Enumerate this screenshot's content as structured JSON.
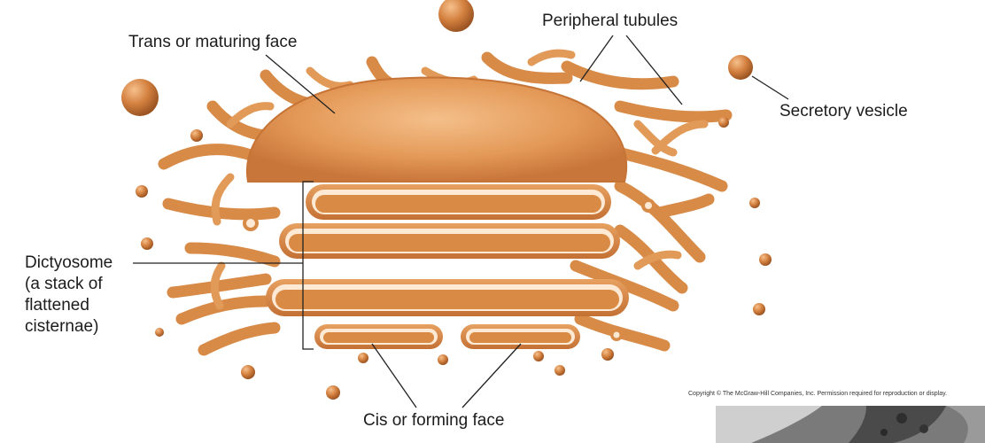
{
  "labels": {
    "trans_face": "Trans or maturing face",
    "peripheral_tubules": "Peripheral tubules",
    "secretory_vesicle": "Secretory vesicle",
    "dictyosome_1": "Dictyosome",
    "dictyosome_2": "(a stack of",
    "dictyosome_3": "flattened",
    "dictyosome_4": "cisternae)",
    "cis_face": "Cis or forming face"
  },
  "copyright": "Copyright © The McGraw-Hill Companies, Inc. Permission required for reproduction or display.",
  "colors": {
    "membrane": "#d98a45",
    "membrane_light": "#f2b57a",
    "membrane_dark": "#b5652a",
    "lumen": "#fde9d4",
    "leader": "#222222"
  }
}
